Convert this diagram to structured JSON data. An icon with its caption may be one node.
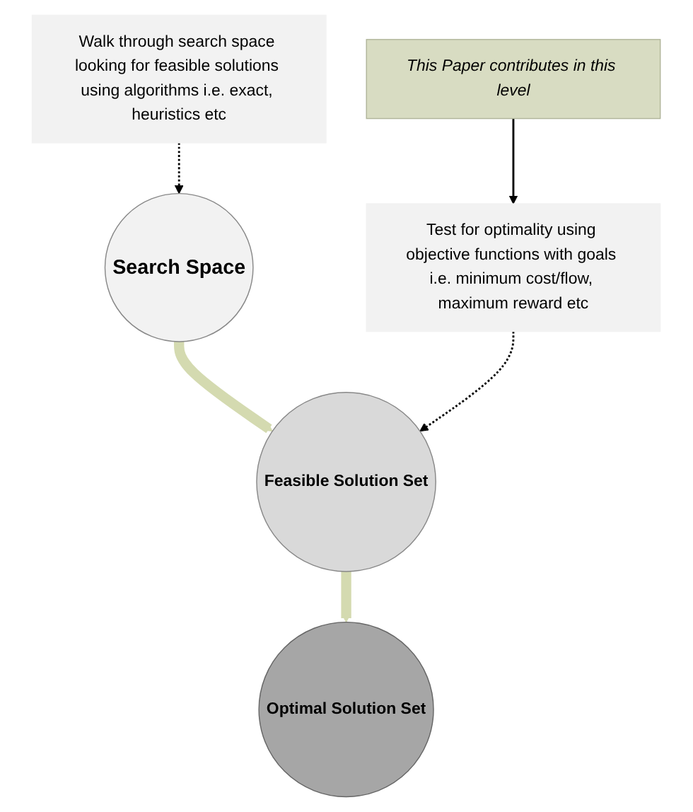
{
  "diagram": {
    "nodes": [
      {
        "text": [
          "Walk through search space looking for feasible solutions using algorithms i.e. exact, heuristics etc"
        ]
      },
      {
        "text": [
          "Search Space"
        ]
      },
      {
        "text": [
          "Test for optimality using objective functions with goals i.e. minimum cost/flow, maximum reward etc"
        ]
      },
      {
        "text": [
          "Feasible Solution Set"
        ]
      },
      {
        "text": [
          "This Paper contributes in this level"
        ]
      },
      {
        "text": [
          "Optimal Solution Set"
        ]
      }
    ],
    "edges": [
      {
        "from": 0,
        "to": 1,
        "arrow": "to",
        "style": "dashed"
      },
      {
        "from": 1,
        "to": 3,
        "arrow": "to",
        "style": "thick",
        "color": "#d4dab0"
      },
      {
        "from": 2,
        "to": 3,
        "arrow": "to",
        "style": "dashed"
      },
      {
        "from": 4,
        "to": 2,
        "arrow": "to"
      },
      {
        "from": 3,
        "to": 5,
        "arrow": "to",
        "style": "thick",
        "color": "#d4dab0"
      }
    ]
  }
}
